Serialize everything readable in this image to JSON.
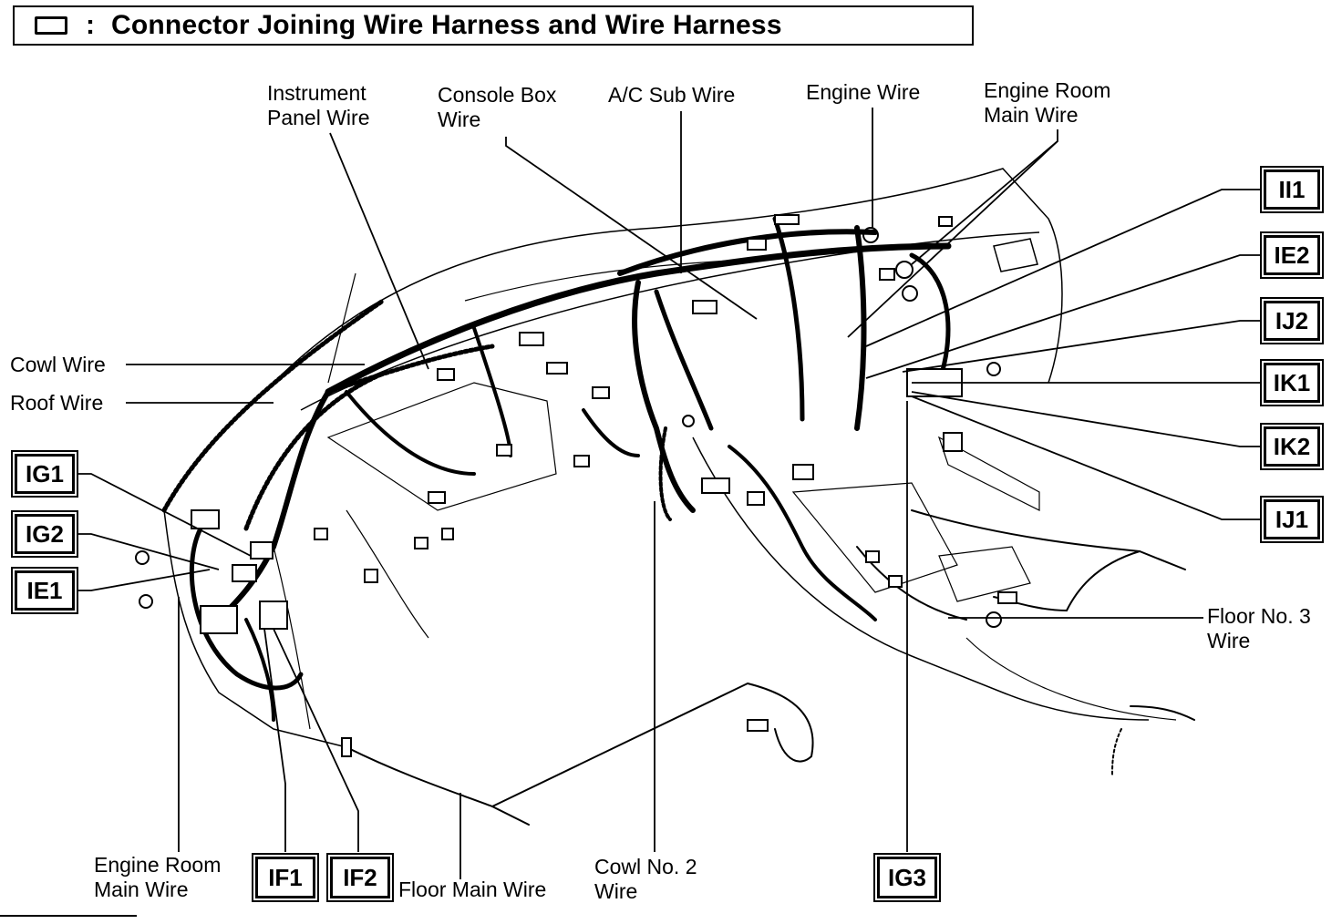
{
  "title": {
    "icon": "connector-box-icon",
    "colon": ":",
    "text": "Connector Joining Wire Harness and Wire Harness"
  },
  "wire_labels": {
    "instrument_panel": [
      "Instrument",
      "Panel Wire"
    ],
    "console_box": [
      "Console Box",
      "Wire"
    ],
    "ac_sub": [
      "A/C Sub Wire"
    ],
    "engine": [
      "Engine Wire"
    ],
    "engine_room_main_top": [
      "Engine Room",
      "Main Wire"
    ],
    "cowl": [
      "Cowl Wire"
    ],
    "roof": [
      "Roof Wire"
    ],
    "floor_no3": [
      "Floor No. 3",
      "Wire"
    ],
    "engine_room_main_bottom": [
      "Engine Room",
      "Main Wire"
    ],
    "floor_main": [
      "Floor Main Wire"
    ],
    "cowl_no2": [
      "Cowl No. 2",
      "Wire"
    ]
  },
  "connector_codes": {
    "II1": "II1",
    "IE2": "IE2",
    "IJ2": "IJ2",
    "IK1": "IK1",
    "IK2": "IK2",
    "IJ1": "IJ1",
    "IG1": "IG1",
    "IG2": "IG2",
    "IE1": "IE1",
    "IF1": "IF1",
    "IF2": "IF2",
    "IG3": "IG3"
  }
}
